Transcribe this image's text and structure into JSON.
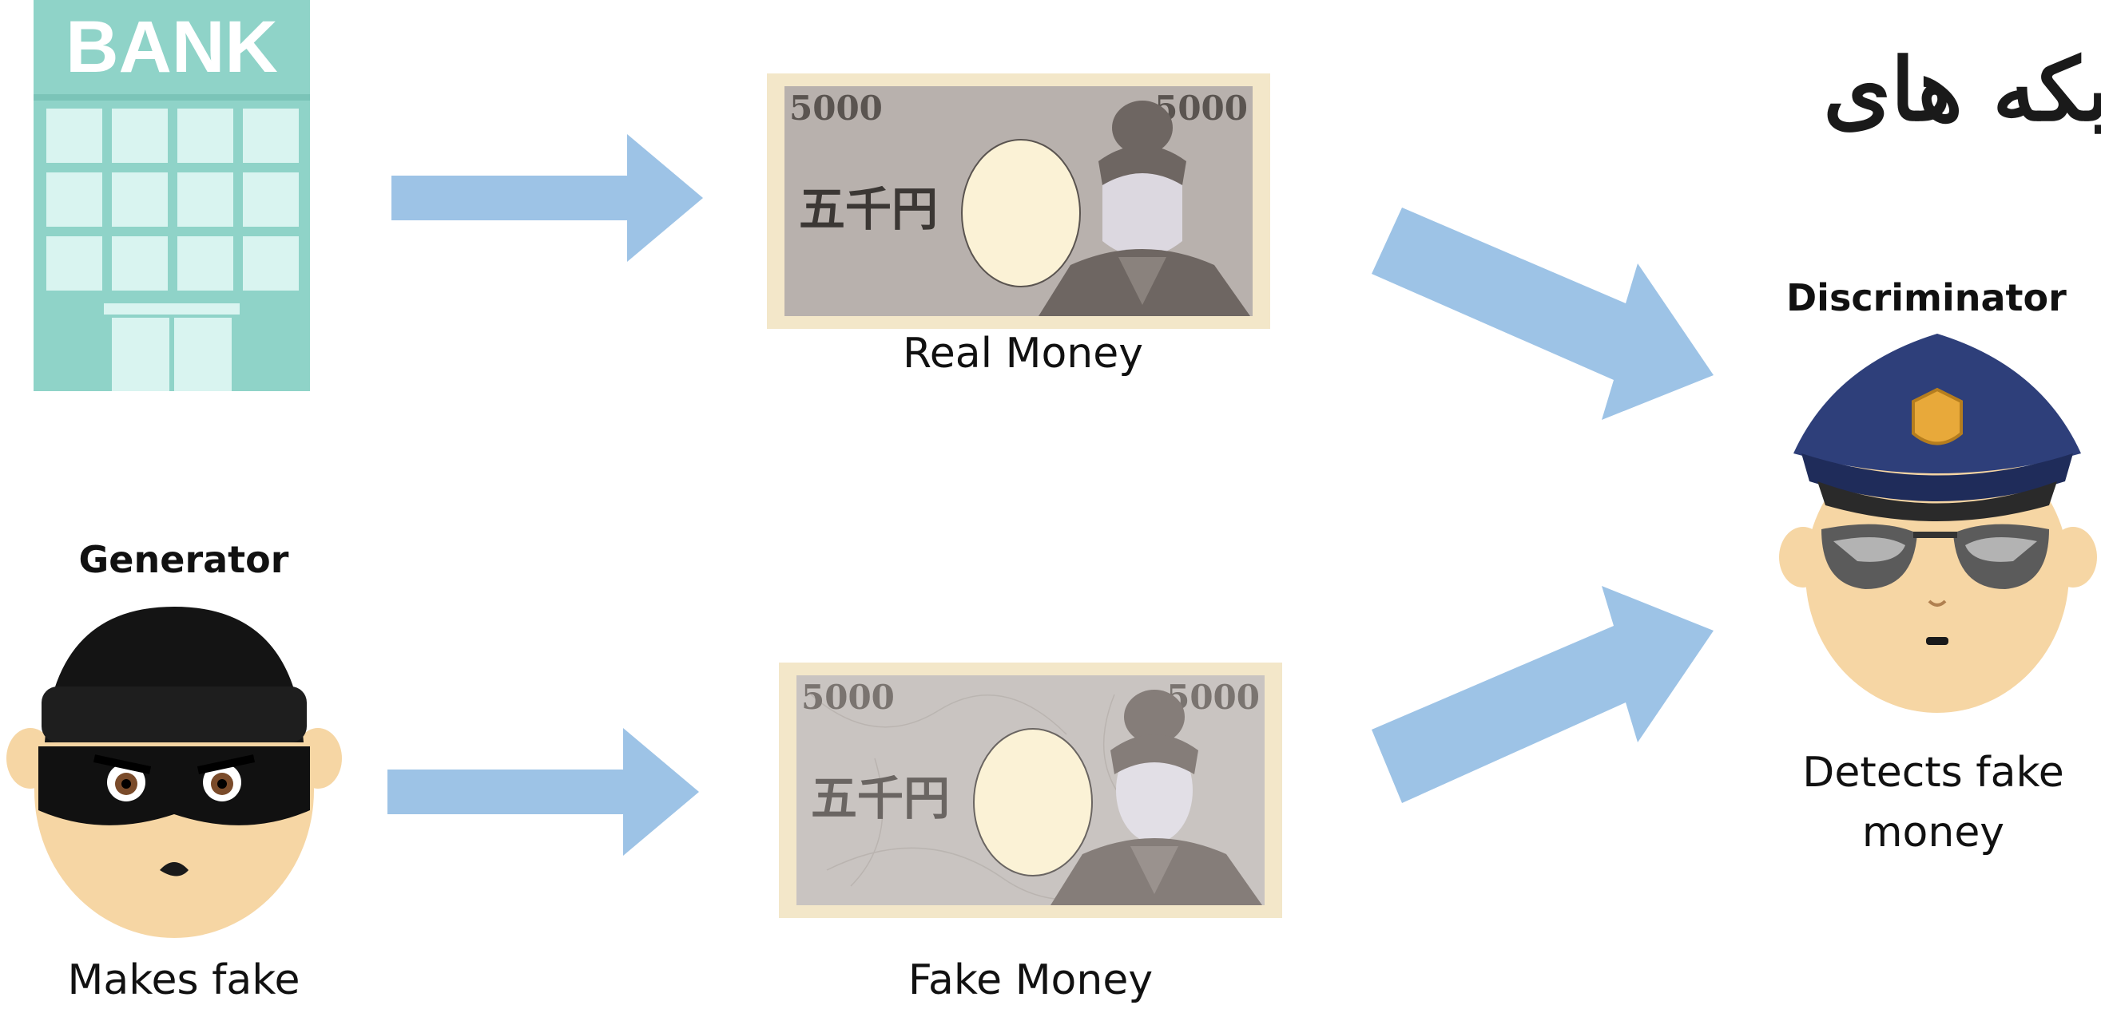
{
  "title": "بکه های",
  "bank": {
    "sign": "BANK"
  },
  "real_note": {
    "caption": "Real Money",
    "denomination_left": "5000",
    "denomination_right": "5000",
    "kanji": "五千円"
  },
  "fake_note": {
    "caption": "Fake Money",
    "denomination_left": "5000",
    "denomination_right": "5000",
    "kanji": "五千円"
  },
  "generator": {
    "heading": "Generator",
    "caption": "Makes fake"
  },
  "discriminator": {
    "heading": "Discriminator",
    "caption_line1": "Detects fake",
    "caption_line2": "money"
  },
  "colors": {
    "arrow": "#9dc3e6",
    "bank": "#8fd3c8",
    "bank_window": "#d9f4f0",
    "note_real_bg": "#b8b1ad",
    "note_fake_bg": "#c9c4c1",
    "note_border": "#f3e7c9",
    "watermark": "#fbf2d6",
    "skin": "#f6d6a4",
    "police_blue": "#2e3f7a",
    "badge": "#e8a93a"
  }
}
